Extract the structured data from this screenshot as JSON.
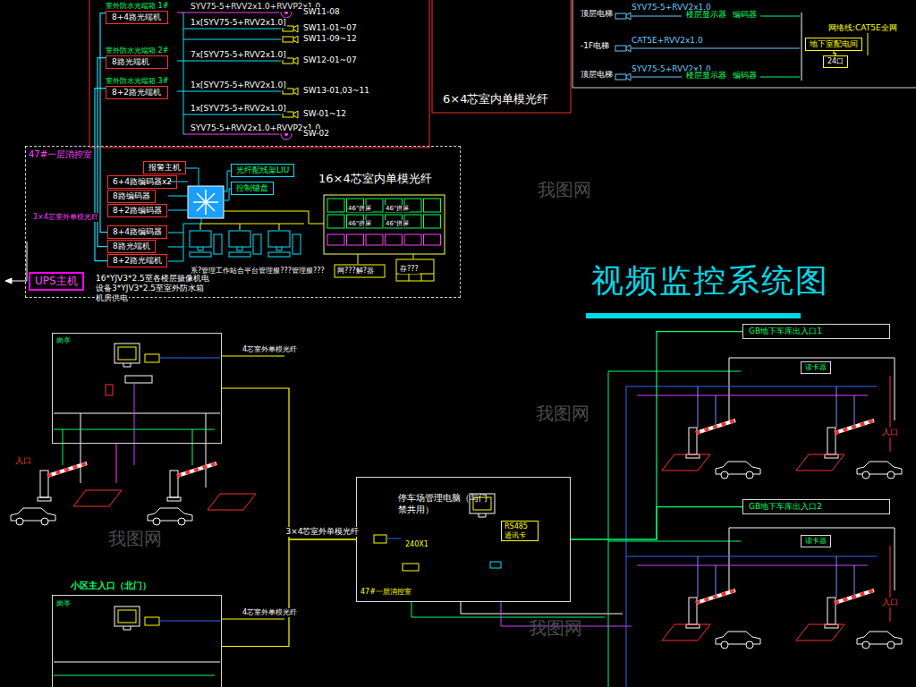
{
  "diagram": {
    "title": "视频监控系统图",
    "nodes": [
      {
        "text": [
          "47#一层消控室"
        ]
      },
      {
        "text": [
          "室外防水光端箱 1#",
          "8+4路光端机"
        ]
      },
      {
        "text": [
          "室外防水光端箱 2#",
          "8路光端机"
        ]
      },
      {
        "text": [
          "室外防水光端箱 3#",
          "8+2路光端机"
        ]
      },
      {
        "text": [
          "报警主机"
        ],
        "in": 0
      },
      {
        "text": [
          "6+4路编码器x2"
        ],
        "in": 0
      },
      {
        "text": [
          "8路编码器"
        ],
        "in": 0
      },
      {
        "text": [
          "8+2路编码器"
        ],
        "in": 0
      },
      {
        "text": [
          "8+4路编码器"
        ],
        "in": 0
      },
      {
        "text": [
          "8路光端机"
        ],
        "in": 0
      },
      {
        "text": [
          "8+2路光端机"
        ],
        "in": 0
      },
      {
        "text": [
          "光纤配线架LIU"
        ],
        "in": 0
      },
      {
        "text": [
          "控制键盘"
        ],
        "in": 0
      },
      {
        "text": [
          "UPS主机"
        ],
        "in": 0
      },
      {
        "text": [
          "停车场管理电脑（与门禁共用）"
        ]
      },
      {
        "text": [
          "岗亭"
        ]
      },
      {
        "text": [
          "小区主入口（北门）",
          "岗亭"
        ]
      },
      {
        "text": [
          "GB地下车库出入口1"
        ]
      },
      {
        "text": [
          "GB地下车库出入口2"
        ]
      },
      {
        "text": [
          "读卡器"
        ]
      },
      {
        "text": [
          "读卡器"
        ]
      },
      {
        "text": [
          "地下室配电间"
        ]
      },
      {
        "text": [
          "24口"
        ]
      },
      {
        "text": [
          "RS485 通讯卡"
        ],
        "in": 14
      }
    ],
    "edges": [
      {
        "from": 1,
        "to": 8,
        "arrow": "none"
      },
      {
        "from": 2,
        "to": 9,
        "arrow": "none"
      },
      {
        "from": 3,
        "to": 10,
        "arrow": "none"
      },
      {
        "from": 15,
        "to": 14,
        "label": "3×4芯室外单模光纤",
        "arrow": "none"
      },
      {
        "from": 16,
        "to": 14,
        "arrow": "none"
      },
      {
        "from": 14,
        "to": 17,
        "arrow": "none"
      },
      {
        "from": 14,
        "to": 18,
        "arrow": "none"
      },
      {
        "from": 21,
        "to": 22,
        "arrow": "none"
      }
    ],
    "labels": [
      "SYV75-5+RVV2x1.0+RVVP2x1.0",
      "SW11-08",
      "1x[SYV75-5+RVV2x1.0]",
      "SW11-01~07",
      "SW11-09~12",
      "7x[SYV75-5+RVV2x1.0]",
      "SW12-01~07",
      "1x[SYV75-5+RVV2x1.0]",
      "SW13-01,03~11",
      "1x[SYV75-5+RVV2x1.0]",
      "SW-01~12",
      "SYV75-5+RVV2x1.0+RVVP2x1.0",
      "SW-02",
      "3×4芯室外单模光纤",
      "16×4芯室内单模光纤",
      "46\"拼屏",
      "46\"拼屏",
      "46\"拼屏",
      "46\"拼屏",
      "系?管理工作站合平台管理服???管理服???",
      "网???解?器",
      "存???",
      "16*YJV3*2.5至各楼层摄像机电",
      "设备3*YJV3*2.5至室外防水箱",
      "机房供电",
      "顶层电梯",
      "SYV75-5+RVV2x1.0",
      "楼层显示器",
      "编码器",
      "网络线:CAT5E全网",
      "-1F电梯",
      "CAT5E+RVV2x1.0",
      "顶层电梯",
      "SYV75-5+RVV2x1.0",
      "楼层显示器",
      "编码器",
      "6×4芯室内单模光纤",
      "4芯室外单模光纤",
      "4芯室外单模光纤",
      "47#一层消控室",
      "240X1",
      "入口",
      "入口",
      "入口",
      "我图网",
      "我图网",
      "我图网",
      "我图网"
    ]
  }
}
